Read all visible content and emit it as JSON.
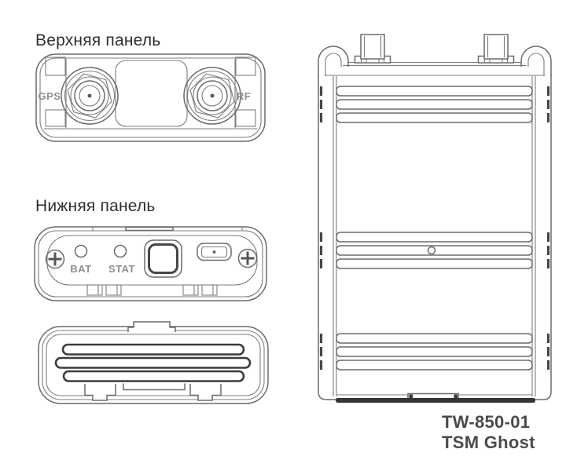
{
  "colors": {
    "background": "#ffffff",
    "line": "#6b6b6b",
    "dark_line": "#3c3c3c",
    "section_text": "#2f2f2f",
    "engraving_text": "#8e8e8e",
    "model_text": "#4a4a4a"
  },
  "section_labels": {
    "top_panel": "Верхняя панель",
    "bottom_panel": "Нижняя панель"
  },
  "top_panel": {
    "gps_connector_label": "GPS",
    "rf_connector_label": "RF"
  },
  "bottom_panel": {
    "battery_led_label": "BAT",
    "status_led_label": "STAT"
  },
  "device": {
    "model": "TW-850-01",
    "name": "TSM Ghost"
  }
}
